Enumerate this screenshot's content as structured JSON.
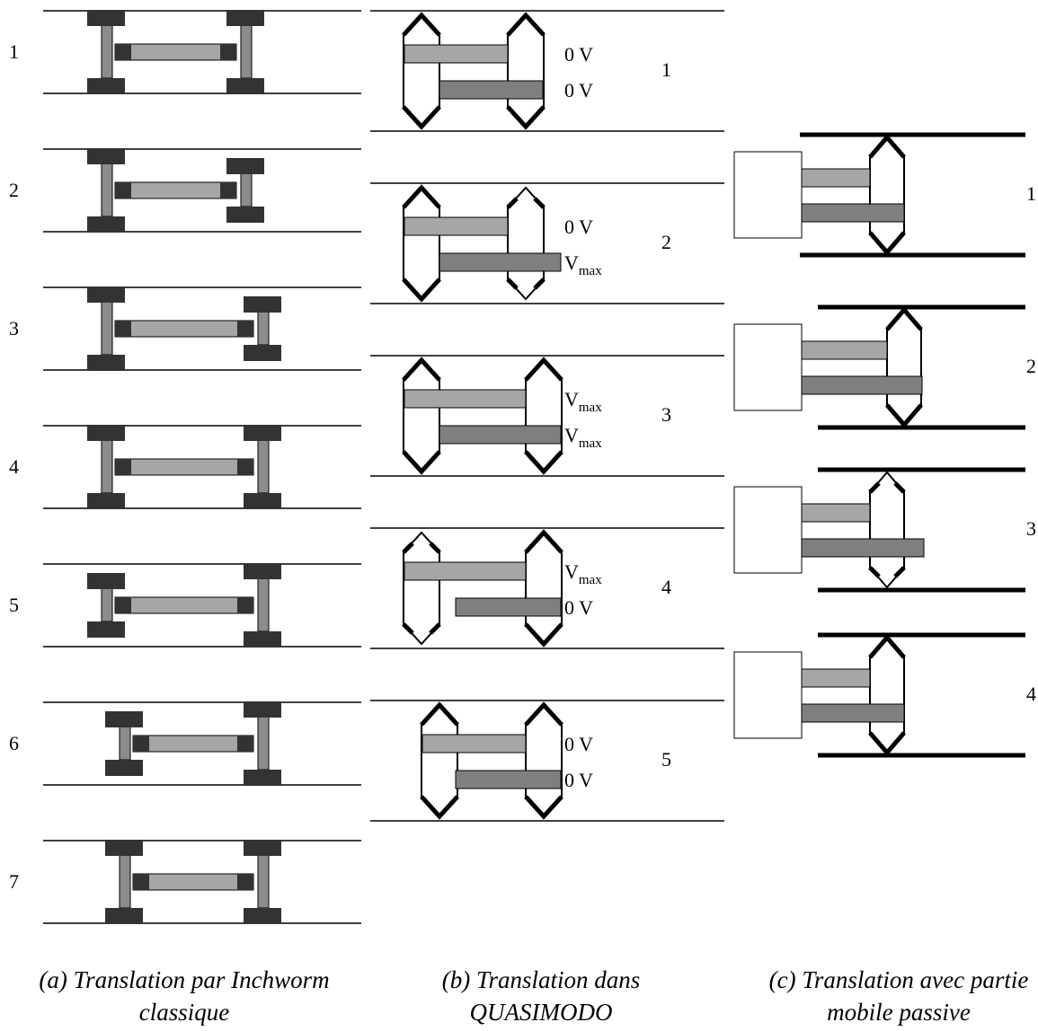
{
  "panel_a": {
    "step_labels": [
      "1",
      "2",
      "3",
      "4",
      "5",
      "6",
      "7"
    ],
    "caption": [
      "(a) Translation par Inchworm",
      "classique"
    ]
  },
  "panel_b": {
    "steps": [
      {
        "label": "1",
        "upper": {
          "main": "0 V",
          "sub": ""
        },
        "lower": {
          "main": "0 V",
          "sub": ""
        }
      },
      {
        "label": "2",
        "upper": {
          "main": "0 V",
          "sub": ""
        },
        "lower": {
          "main": "V",
          "sub": "max"
        }
      },
      {
        "label": "3",
        "upper": {
          "main": "V",
          "sub": "max"
        },
        "lower": {
          "main": "V",
          "sub": "max"
        }
      },
      {
        "label": "4",
        "upper": {
          "main": "V",
          "sub": "max"
        },
        "lower": {
          "main": "0 V",
          "sub": ""
        }
      },
      {
        "label": "5",
        "upper": {
          "main": "0 V",
          "sub": ""
        },
        "lower": {
          "main": "0 V",
          "sub": ""
        }
      }
    ],
    "caption": [
      "(b) Translation dans",
      "QUASIMODO"
    ]
  },
  "panel_c": {
    "step_labels": [
      "1",
      "2",
      "3",
      "4"
    ],
    "caption": [
      "(c) Translation avec partie",
      "mobile passive"
    ]
  },
  "colors": {
    "clamp": "#333333",
    "post": "#8c8c8c",
    "bar_light": "#a6a6a6",
    "bar_dark": "#7f7f7f",
    "line": "#000000"
  }
}
